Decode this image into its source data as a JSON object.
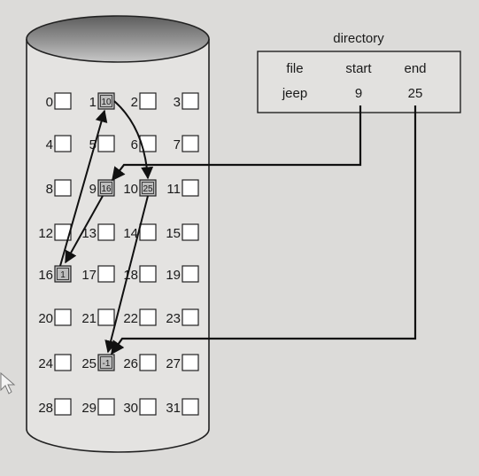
{
  "directory": {
    "title": "directory",
    "headers": {
      "file": "file",
      "start": "start",
      "end": "end"
    },
    "row": {
      "file": "jeep",
      "start": "9",
      "end": "25"
    }
  },
  "disk": {
    "blocks": [
      "0",
      "1",
      "2",
      "3",
      "4",
      "5",
      "6",
      "7",
      "8",
      "9",
      "10",
      "11",
      "12",
      "13",
      "14",
      "15",
      "16",
      "17",
      "18",
      "19",
      "20",
      "21",
      "22",
      "23",
      "24",
      "25",
      "26",
      "27",
      "28",
      "29",
      "30",
      "31"
    ],
    "pointers": {
      "1": "10",
      "9": "16",
      "10": "25",
      "16": "1",
      "25": "-1"
    },
    "highlight_color": "#bdbdbd",
    "chain": [
      "9",
      "16",
      "1",
      "10",
      "25"
    ]
  }
}
